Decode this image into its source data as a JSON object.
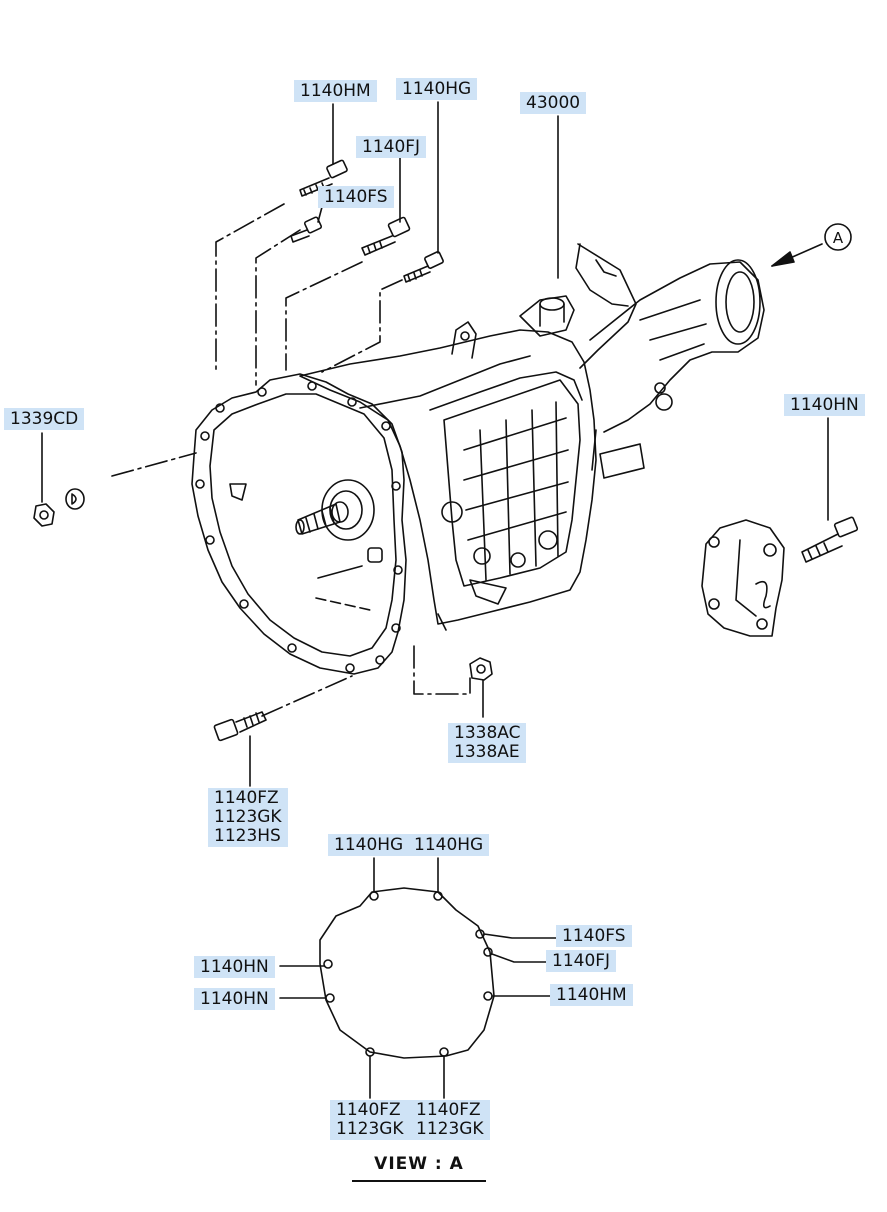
{
  "labels": {
    "l_1140HM_top": "1140HM",
    "l_1140HG_top": "1140HG",
    "l_43000": "43000",
    "l_1140FJ_top": "1140FJ",
    "l_1140FS_top": "1140FS",
    "l_1339CD": "1339CD",
    "l_1140HN_right": "1140HN",
    "l_1338": "1338AC\n1338AE",
    "l_1140FZ_left": "1140FZ\n1123GK\n1123HS",
    "v_1140HG_a": "1140HG",
    "v_1140HG_b": "1140HG",
    "v_1140FS": "1140FS",
    "v_1140FJ": "1140FJ",
    "v_1140HN_a": "1140HN",
    "v_1140HN_b": "1140HN",
    "v_1140HM": "1140HM",
    "v_1140FZ_a": "1140FZ\n1123GK",
    "v_1140FZ_b": "1140FZ\n1123GK"
  },
  "view_marker": "A",
  "view_title": "VIEW : A",
  "colors": {
    "label_bg": "#cfe3f6",
    "line": "#111111"
  }
}
